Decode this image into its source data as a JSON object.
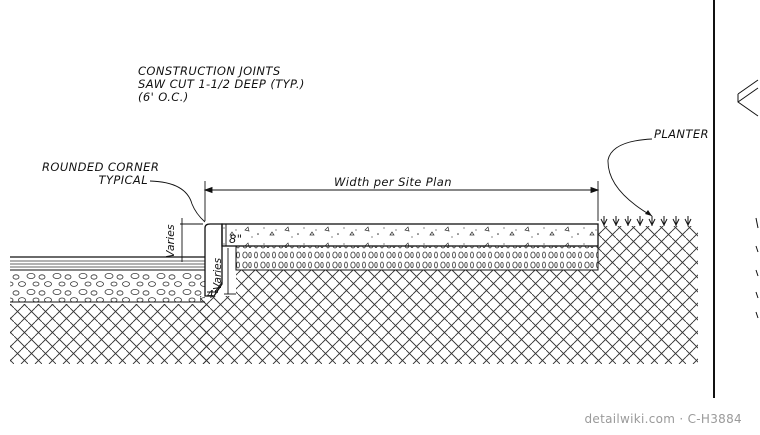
{
  "notes": {
    "construction_joints": {
      "line1": "CONSTRUCTION JOINTS",
      "line2": "SAW CUT 1-1/2 DEEP (TYP.)",
      "line3": "(6' O.C.)"
    },
    "rounded_corner": {
      "line1": "ROUNDED CORNER",
      "line2": "TYPICAL"
    },
    "planter": "PLANTER"
  },
  "dimensions": {
    "width": "Width per Site Plan",
    "slab_thickness": "8\"",
    "varies_upper": "Varies",
    "varies_lower": "Varies",
    "base_offset": "4\""
  },
  "credit": "detailwiki.com · C-H3884",
  "colors": {
    "line": "#111111",
    "hatch": "#333333",
    "credit": "#9a9a9a"
  }
}
